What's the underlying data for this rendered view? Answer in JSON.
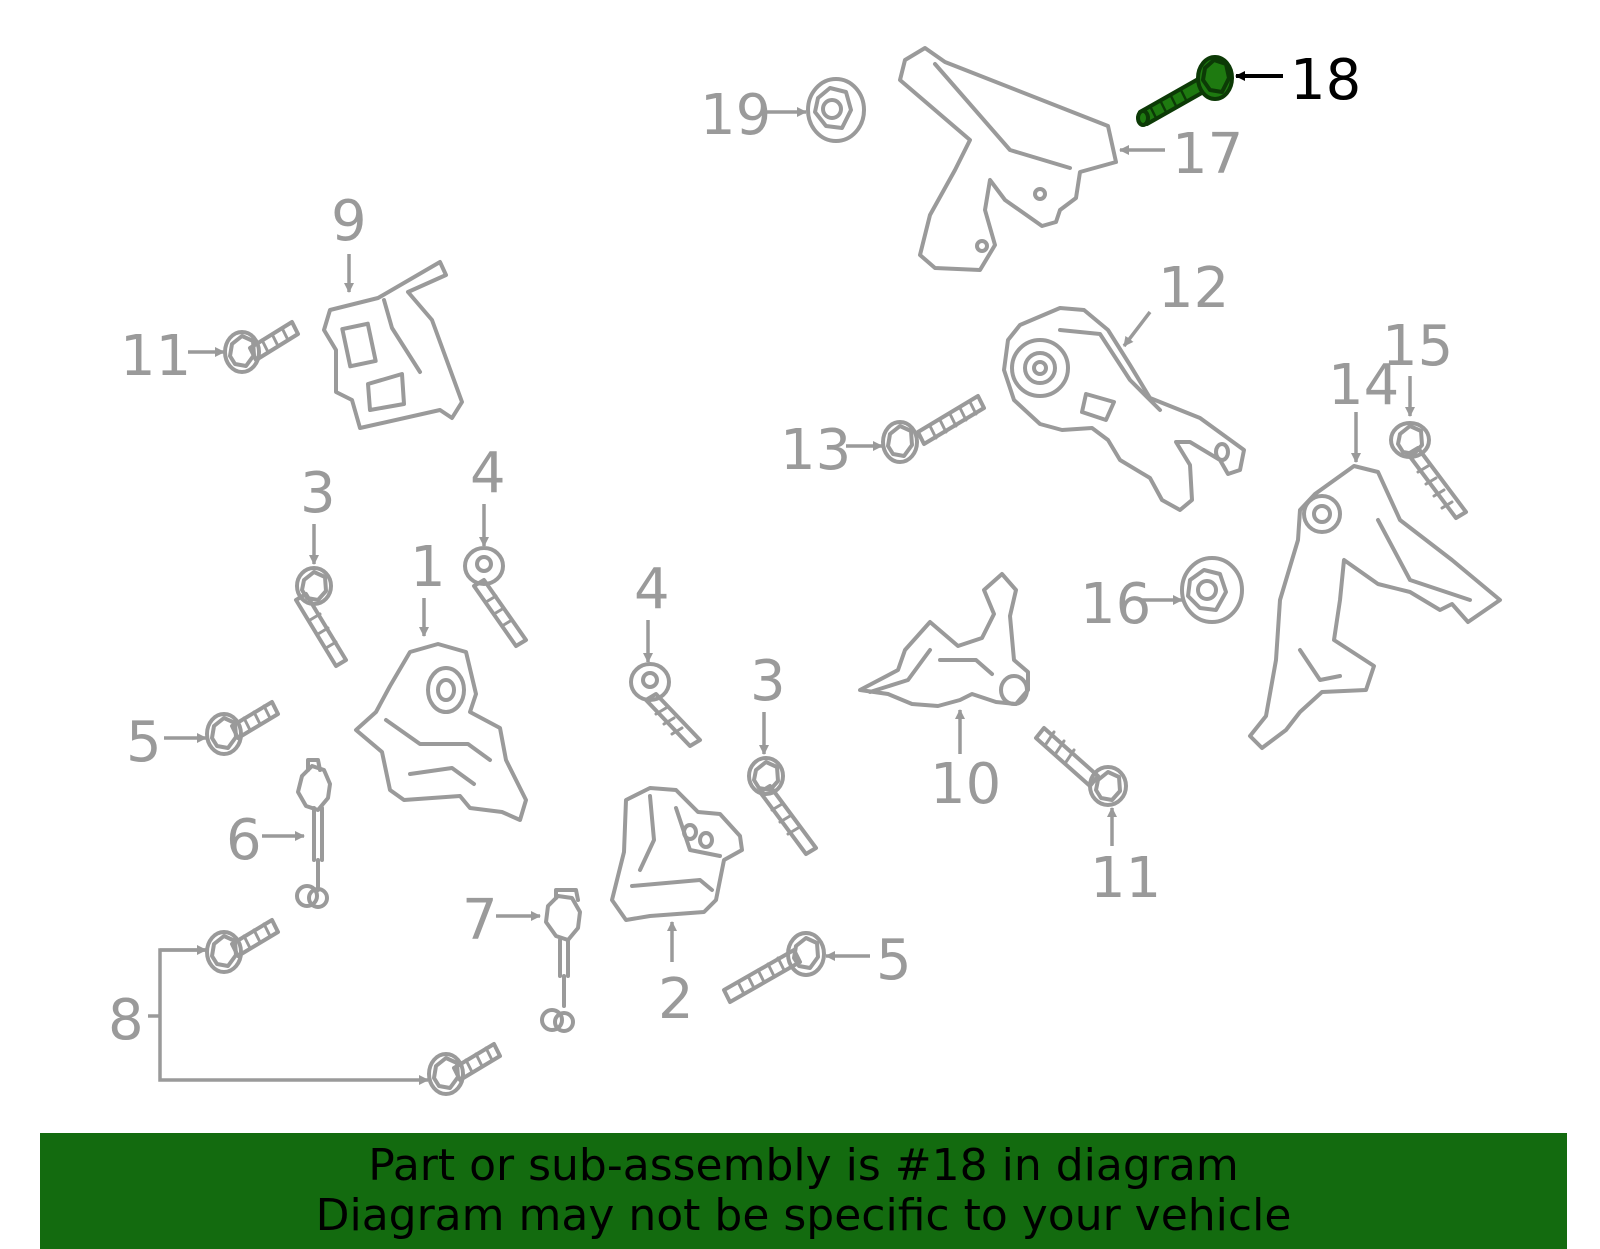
{
  "diagram": {
    "highlight_color": "#1e7a10",
    "part_color": "#9a9a9a",
    "callouts": {
      "c1": "1",
      "c2": "2",
      "c3a": "3",
      "c3b": "3",
      "c4a": "4",
      "c4b": "4",
      "c5a": "5",
      "c5b": "5",
      "c6": "6",
      "c7": "7",
      "c8": "8",
      "c9": "9",
      "c10": "10",
      "c11a": "11",
      "c11b": "11",
      "c12": "12",
      "c13": "13",
      "c14": "14",
      "c15": "15",
      "c16": "16",
      "c17": "17",
      "c18": "18",
      "c19": "19"
    },
    "highlighted_part": "18"
  },
  "banner": {
    "line1": "Part or sub-assembly is #18 in diagram",
    "line2": "Diagram may not be specific to your vehicle",
    "background": "#136b0f"
  }
}
